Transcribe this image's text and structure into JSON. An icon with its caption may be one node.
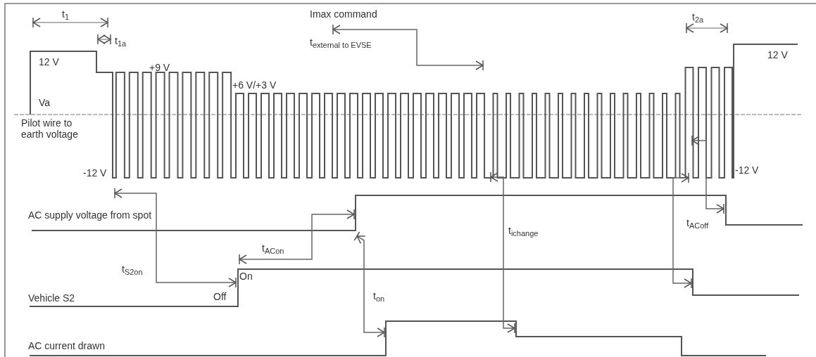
{
  "diagram": {
    "labels": [
      "t$_{1}$",
      "t$_{1a}$",
      "Imax command",
      "t$_{external to EVSE}$",
      "t$_{2a}$",
      "12 V",
      "+9 V",
      "+6 V/+3 V",
      "12 V",
      "Va",
      "Pilot wire to earth voltage",
      "-12 V",
      "-12 V",
      "AC supply voltage from spot",
      "t$_{ACon}$",
      "t$_{ichange}$",
      "t$_{ACoff}$",
      "t$_{S2on}$",
      "On",
      "Vehicle S2",
      "Off",
      "t$_{on}$",
      "AC current drawn"
    ]
  }
}
